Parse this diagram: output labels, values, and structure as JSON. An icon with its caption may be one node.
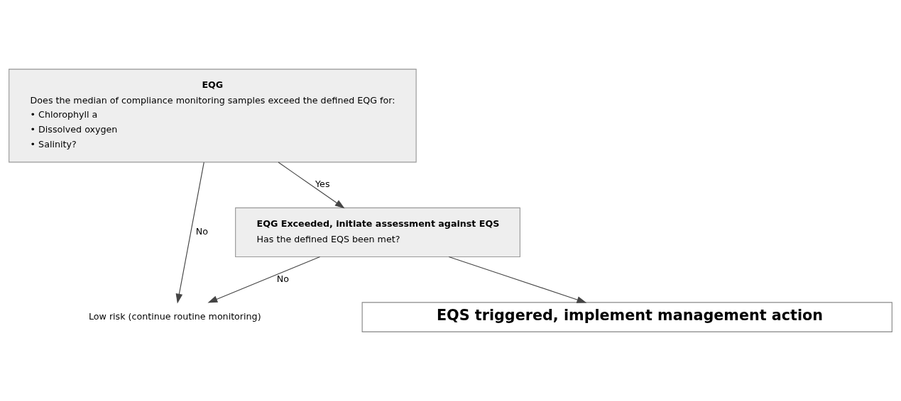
{
  "diagram": {
    "nodes": [
      {
        "text": [
          "EQG",
          "Does the median of compliance monitoring samples exceed the defined EQG for:",
          "• Chlorophyll a",
          "• Dissolved oxygen",
          "• Salinity?"
        ]
      },
      {
        "text": [
          "EQG Exceeded, initiate assessment against EQS",
          "Has the defined EQS been met?"
        ]
      },
      {
        "text": [
          "Low risk (continue routine monitoring)"
        ]
      },
      {
        "text": [
          "EQS triggered, implement management action"
        ]
      }
    ],
    "edges": [
      {
        "from": 0,
        "to": 2,
        "arrow": "to",
        "label": "No"
      },
      {
        "from": 0,
        "to": 1,
        "arrow": "to",
        "label": "Yes"
      },
      {
        "from": 1,
        "to": 2,
        "arrow": "to",
        "label": "No"
      },
      {
        "from": 1,
        "to": 3,
        "arrow": "to"
      }
    ]
  }
}
